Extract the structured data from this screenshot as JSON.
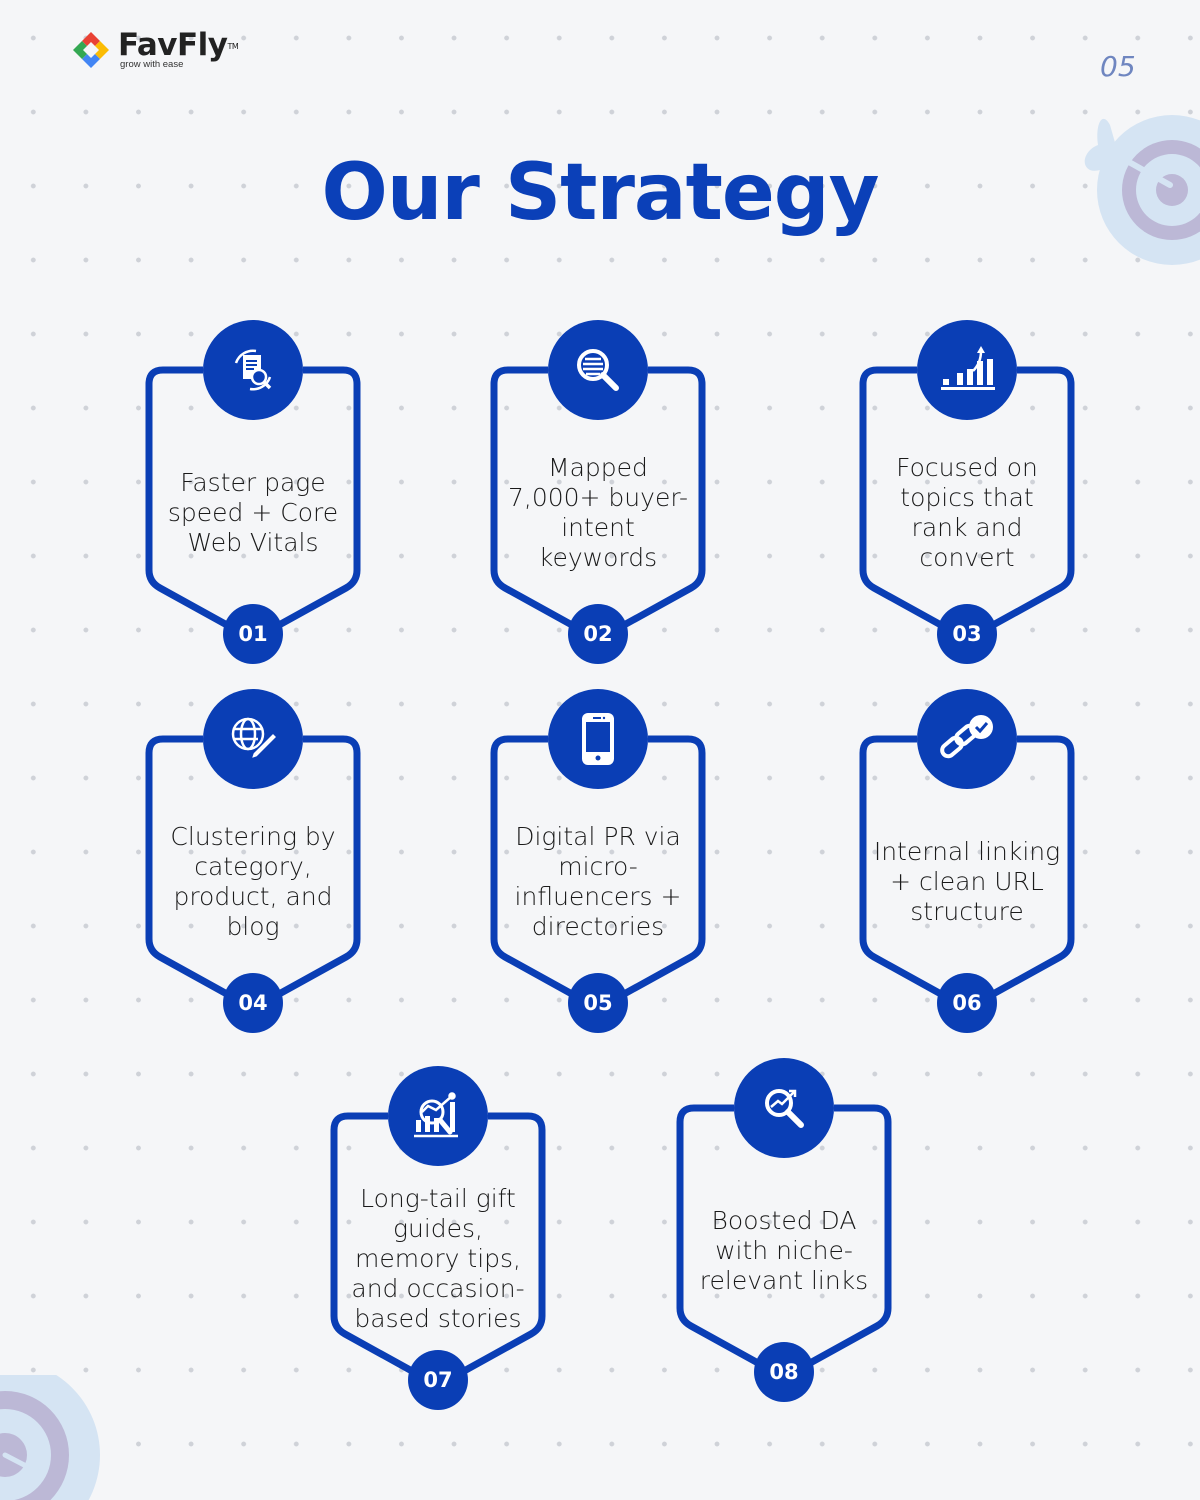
{
  "brand": {
    "name": "FavFly",
    "trademark": "TM",
    "tagline": "grow with ease",
    "logo_colors": [
      "#e94235",
      "#fbbc04",
      "#4285f4",
      "#34a853"
    ]
  },
  "page_number": "05",
  "title": "Our Strategy",
  "colors": {
    "primary": "#0a3eb5",
    "background": "#f5f6f8",
    "page_number": "#6f86c0",
    "decor_light": "#d5e4f3",
    "decor_dark": "#bcb8d6"
  },
  "cards": [
    {
      "number": "01",
      "icon": "document-search-refresh-icon",
      "text": "Faster page speed + Core Web Vitals"
    },
    {
      "number": "02",
      "icon": "magnifier-keywords-icon",
      "text": "Mapped 7,000+ buyer-intent keywords"
    },
    {
      "number": "03",
      "icon": "growth-bar-chart-icon",
      "text": "Focused on topics that rank and convert"
    },
    {
      "number": "04",
      "icon": "globe-pencil-icon",
      "text": "Clustering by category, product, and blog"
    },
    {
      "number": "05",
      "icon": "smartphone-icon",
      "text": "Digital PR via micro-influencers + directories"
    },
    {
      "number": "06",
      "icon": "link-check-icon",
      "text": "Internal linking + clean URL structure"
    },
    {
      "number": "07",
      "icon": "analytics-magnifier-icon",
      "text": "Long-tail gift guides, memory tips, and occasion-based stories"
    },
    {
      "number": "08",
      "icon": "search-trend-icon",
      "text": "Boosted DA with niche-relevant links"
    }
  ]
}
